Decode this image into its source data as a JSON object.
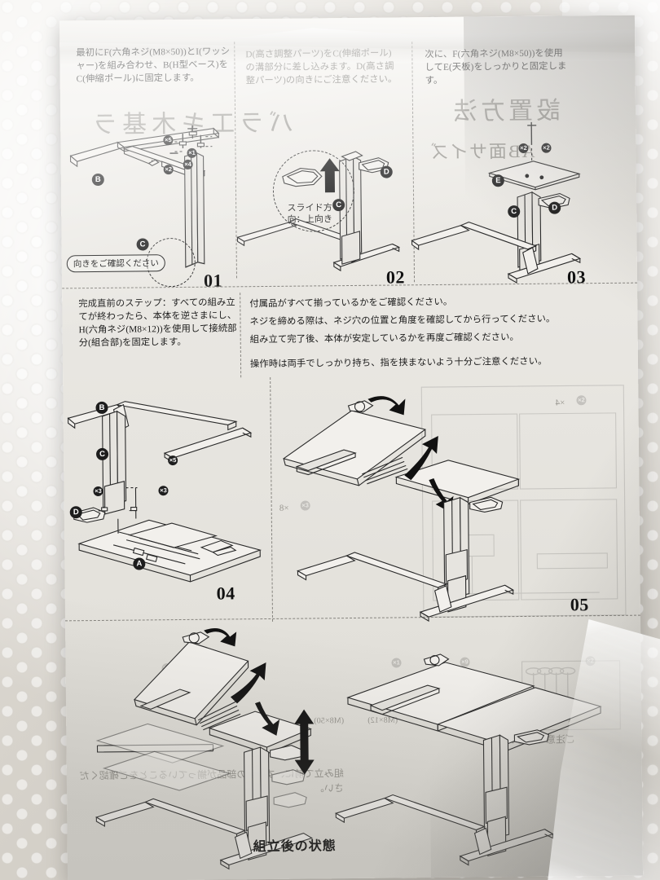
{
  "document": {
    "type": "printed-assembly-instruction-sheet",
    "language": "ja",
    "final_caption": "組立後の状態"
  },
  "steps": [
    {
      "number": "01",
      "text": "最初にF(六角ネジ(M8×50))とI(ワッシャー)を組み合わせ、B(H型ベース)をC(伸縮ポール)に固定します。",
      "callout": "向きをご確認ください",
      "part_labels": [
        "B",
        "C"
      ],
      "count_badges": [
        "×5",
        "×1",
        "×4",
        "×2"
      ]
    },
    {
      "number": "02",
      "text": "D(高さ調整パーツ)をC(伸縮ポール)の溝部分に差し込みます。D(高さ調整パーツ)の向きにご注意ください。",
      "callout": "スライド方向：上向き",
      "part_labels": [
        "C",
        "D"
      ],
      "count_badges": []
    },
    {
      "number": "03",
      "text": "次に、F(六角ネジ(M8×50))を使用してE(天板)をしっかりと固定します。",
      "callout": "",
      "part_labels": [
        "E",
        "C",
        "D"
      ],
      "count_badges": [
        "×2",
        "×2"
      ]
    },
    {
      "number": "04",
      "text": "完成直前のステップ：すべての組み立てが終わったら、本体を逆さまにし、H(六角ネジ(M8×12))を使用して接続部分(組合部)を固定します。",
      "callout": "",
      "part_labels": [
        "A",
        "B",
        "C",
        "D"
      ],
      "count_badges": [
        "×5",
        "×3",
        "×3"
      ]
    },
    {
      "number": "05",
      "text": "",
      "callout": "",
      "part_labels": [],
      "count_badges": []
    }
  ],
  "notes": {
    "lines": [
      "付属品がすべて揃っているかをご確認ください。",
      "ネジを締める際は、ネジ穴の位置と角度を確認してから行ってください。",
      "組み立て完了後、本体が安定しているかを再度ご確認ください。",
      "操作時は両手でしっかり持ち、指を挟まないよう十分ご注意ください。"
    ]
  },
  "showthrough": {
    "top_ghost_left": "バラ工キ木基ラ",
    "top_ghost_right": "設置方法",
    "top_ghost_right2": "AB面サイズ",
    "bottom_ghost_left": "組み立て前に、すべての部品が揃っていることをご確認ください。",
    "bottom_ghost_right": "ご注意ください",
    "badge_ghosts": [
      "×3",
      "×8",
      "×4",
      "×2",
      "×9",
      "×6",
      "×1",
      "×2"
    ],
    "screw_ghost_labels": [
      "(M8×50)",
      "(M8×12)",
      "(M8×50)"
    ]
  },
  "parts": {
    "A": "A",
    "B": "B",
    "C": "C",
    "D": "D",
    "E": "E"
  },
  "colors": {
    "paper": "#ebe9e4",
    "ink": "#1b1b1b",
    "background": "#d9d6cf",
    "badge": "#1d1d1d"
  }
}
